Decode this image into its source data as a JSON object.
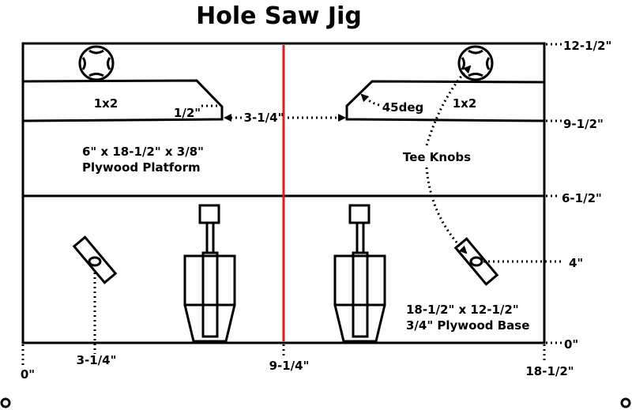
{
  "title": "Hole Saw Jig",
  "labels": {
    "board_left": "1x2",
    "board_right": "1x2",
    "half_inch": "1/2\"",
    "gap": "3-1/4\"",
    "angle": "45deg",
    "platform_line1": "6\" x 18-1/2\" x 3/8\"",
    "platform_line2": "Plywood Platform",
    "tee_knobs": "Tee Knobs",
    "base_line1": "18-1/2\" x 12-1/2\"",
    "base_line2": "3/4\" Plywood Base"
  },
  "dimensions": {
    "right": [
      "12-1/2\"",
      "9-1/2\"",
      "6-1/2\"",
      "4\"",
      "0\""
    ],
    "bottom": [
      "0\"",
      "3-1/4\"",
      "9-1/4\"",
      "18-1/2\""
    ]
  },
  "colors": {
    "line": "#000000",
    "center_line": "#e01b1b",
    "background": "#ffffff"
  }
}
